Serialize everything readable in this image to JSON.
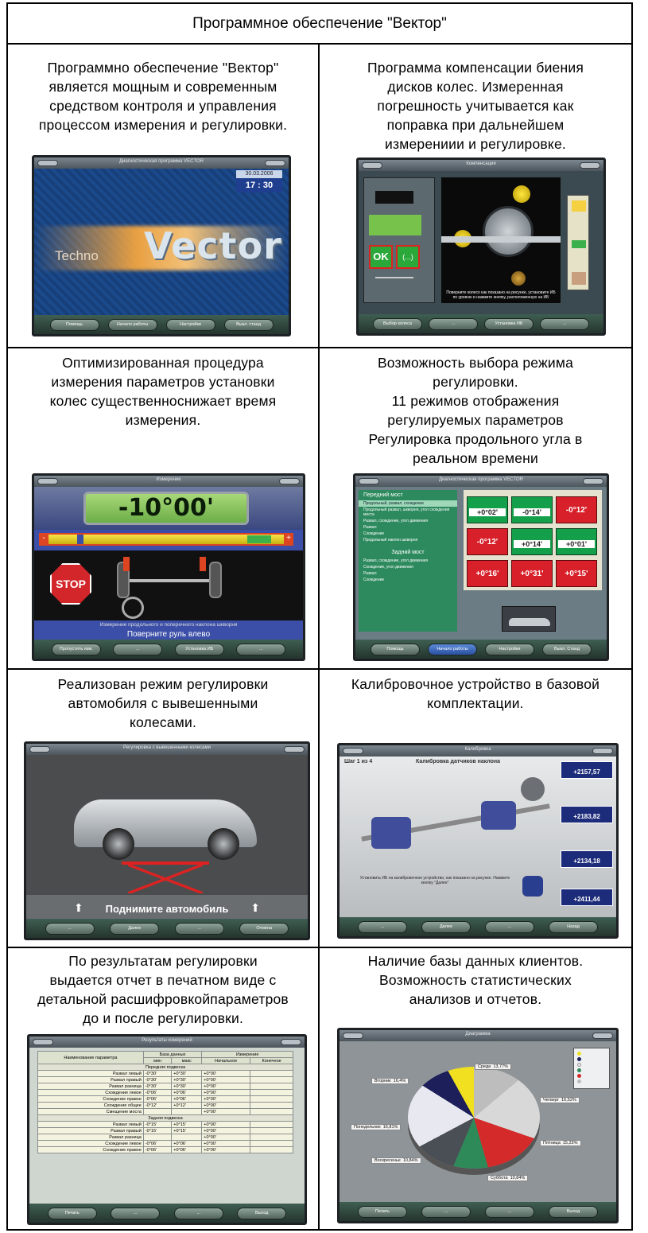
{
  "title": "Программное обеспечение \"Вектор\"",
  "cells": [
    {
      "lines": [
        "Программно обеспечение \"Вектор\"",
        "является мощным и современным",
        "средством контроля и управления",
        "процессом измерения и регулировки."
      ],
      "shot": {
        "title": "Диагностическая программа VECTOR",
        "date": "30.03.2006",
        "time": "17 : 30",
        "techno": "Techno",
        "vector": "Vector",
        "buttons": [
          "Помощь",
          "Начало работы",
          "Настройки",
          "Выкл. станд"
        ]
      }
    },
    {
      "lines": [
        "Программа компенсации биения",
        "дисков колес. Измеренная",
        "погрешность учитывается как",
        "поправка при дальнейшем",
        "измерениии и регулировке."
      ],
      "shot": {
        "title": "Компенсация",
        "ok": "OK",
        "wait": "(...)",
        "caption": "Поверните колесо как показано на рисунке, установите ИБ по уровню и нажмите кнопку, расположенную на ИБ",
        "buttons": [
          "Выбор колеса",
          "...",
          "Установка ИБ",
          "..."
        ]
      }
    },
    {
      "lines": [
        "Оптимизированная процедура",
        "измерения параметров установки",
        "колес существенноснижает время",
        "измерения."
      ],
      "shot": {
        "title": "Измерение",
        "reading": "-10°00'",
        "stop": "STOP",
        "caption": "Измерение продольного и поперечного наклона шкворня",
        "instruction": "Поверните руль влево",
        "buttons": [
          "Пропустить изм.",
          "...",
          "Установка ИБ",
          "..."
        ]
      }
    },
    {
      "lines": [
        "Возможность выбора режима",
        "регулировки.",
        "11 режимов отображения",
        "регулируемых параметров",
        "Регулировка продольного угла в",
        "реальном времени"
      ],
      "shot": {
        "title": "Диагностическая программа VECTOR",
        "front_header": "Передний мост",
        "rear_header": "Задний мост",
        "front_items": [
          "Продольный, развал, схождение",
          "Продольный развал, шкворня, угол схождения моста",
          "Развал, схождение, угол движения",
          "Развал",
          "Схождение",
          "Продольный наклон шкворня"
        ],
        "rear_items": [
          "Развал, схождение, угол движения",
          "Схождение, угол движения",
          "Развал",
          "Схождение"
        ],
        "values": [
          "+0°02'",
          "-0°14'",
          "-0°12'",
          "-0°12'",
          "+0°14'",
          "+0°01'",
          "+0°16'",
          "+0°31'",
          "+0°15'"
        ],
        "buttons": [
          "Помощь",
          "Начало работы",
          "Настройки",
          "Выкл. Станд"
        ]
      }
    },
    {
      "lines": [
        "Реализован режим регулировки",
        "автомобиля с вывешенными",
        "колесами."
      ],
      "shot": {
        "title": "Регулировка с вывешенными колесами",
        "instruction": "Поднимите автомобиль",
        "buttons": [
          "...",
          "Далее",
          "...",
          "Отмена"
        ]
      }
    },
    {
      "lines": [
        "Калибровочное устройство в базовой",
        "комплектации."
      ],
      "shot": {
        "title": "Калибровка",
        "step": "Шаг 1 из 4",
        "heading": "Калибровка датчиков наклона",
        "caption": "Установить ИБ на калибровочное устройство, как показано на рисунке. Нажмите кнопку \"Далее\"",
        "readings": [
          "+2157,57",
          "+2183,82",
          "+2134,18",
          "+2411,44"
        ],
        "buttons": [
          "...",
          "Далее",
          "...",
          "Назад"
        ]
      }
    },
    {
      "lines": [
        "По результатам регулировки",
        "выдается отчет в печатном виде с",
        "детальной расшифровкойпараметров",
        "до и после регулировки."
      ],
      "shot": {
        "title": "Результаты измерений",
        "col_param": "Наименование параметра",
        "col_base": "База данных",
        "col_meas": "Измерение",
        "sub": [
          "мин",
          "макс",
          "Начальное",
          "Конечное"
        ],
        "front": "Передняя подвеска",
        "rear": "Задняя подвеска",
        "front_rows": [
          [
            "Развал левый",
            "-0°30'",
            "+0°30'",
            "+0°00'"
          ],
          [
            "Развал правый",
            "-0°30'",
            "+0°30'",
            "+0°00'"
          ],
          [
            "Развал разница",
            "-0°30'",
            "+0°30'",
            "+0°00'"
          ],
          [
            "Схождение левое",
            "-0°06'",
            "+0°06'",
            "+0°00'"
          ],
          [
            "Схождение правое",
            "-0°06'",
            "+0°06'",
            "+0°00'"
          ],
          [
            "Схождение общее",
            "-0°12'",
            "+0°12'",
            "+0°00'"
          ],
          [
            "Смещение моста",
            "",
            "",
            "+0°00'"
          ]
        ],
        "rear_rows": [
          [
            "Развал левый",
            "-0°15'",
            "+0°15'",
            "+0°00'"
          ],
          [
            "Развал правый",
            "-0°15'",
            "+0°15'",
            "+0°00'"
          ],
          [
            "Развал разница",
            "",
            "",
            "+0°00'"
          ],
          [
            "Схождение левое",
            "-0°06'",
            "+0°06'",
            "+0°00'"
          ],
          [
            "Схождение правое",
            "-0°06'",
            "+0°06'",
            "+0°00'"
          ]
        ],
        "buttons": [
          "Печать",
          "...",
          "...",
          "Выход"
        ]
      }
    },
    {
      "lines": [
        "Наличие базы данных клиентов.",
        "Возможность статистических",
        "анализов и отчетов."
      ],
      "shot": {
        "title": "Диаграмма",
        "slices": [
          {
            "label": "Среда",
            "pct": "13,77%",
            "color": "#bdbdbd"
          },
          {
            "label": "Четверг",
            "pct": "16,52%",
            "color": "#c8c8c8"
          },
          {
            "label": "Пятница",
            "pct": "15,23%",
            "color": "#d42a2a"
          },
          {
            "label": "Суббота",
            "pct": "10,84%",
            "color": "#2f8a5a"
          },
          {
            "label": "Воскресенье",
            "pct": "10,84%",
            "color": "#4a4f55"
          },
          {
            "label": "Понедельник",
            "pct": "16,81%",
            "color": "#e8e8f0"
          },
          {
            "label": "Вторник",
            "pct": "16,4%",
            "color": "#1c1f5a"
          }
        ],
        "yellow": "#f0e020",
        "buttons": [
          "Печать",
          "...",
          "...",
          "Выход"
        ]
      }
    }
  ]
}
